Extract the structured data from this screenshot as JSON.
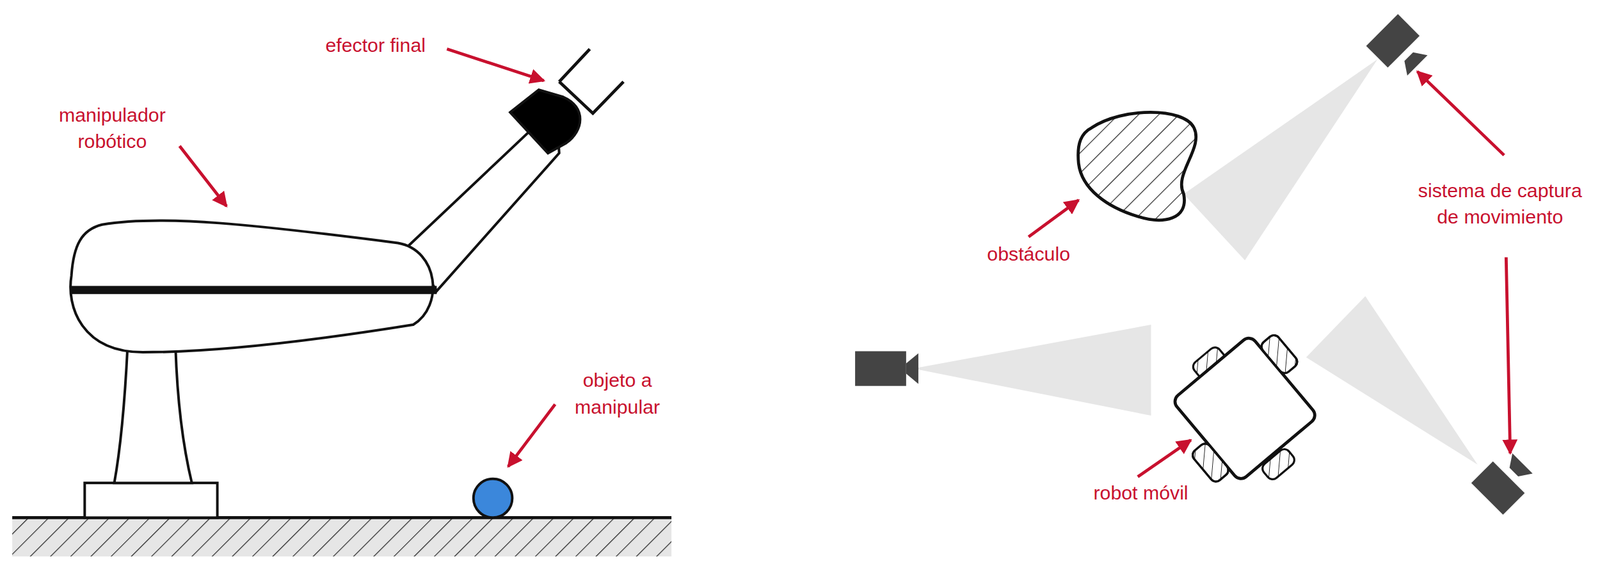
{
  "diagram": {
    "labels": [
      "efector final",
      "manipulador robótico",
      "objeto a manipular",
      "obstáculo",
      "sistema de captura de movimiento",
      "robot móvil"
    ]
  }
}
